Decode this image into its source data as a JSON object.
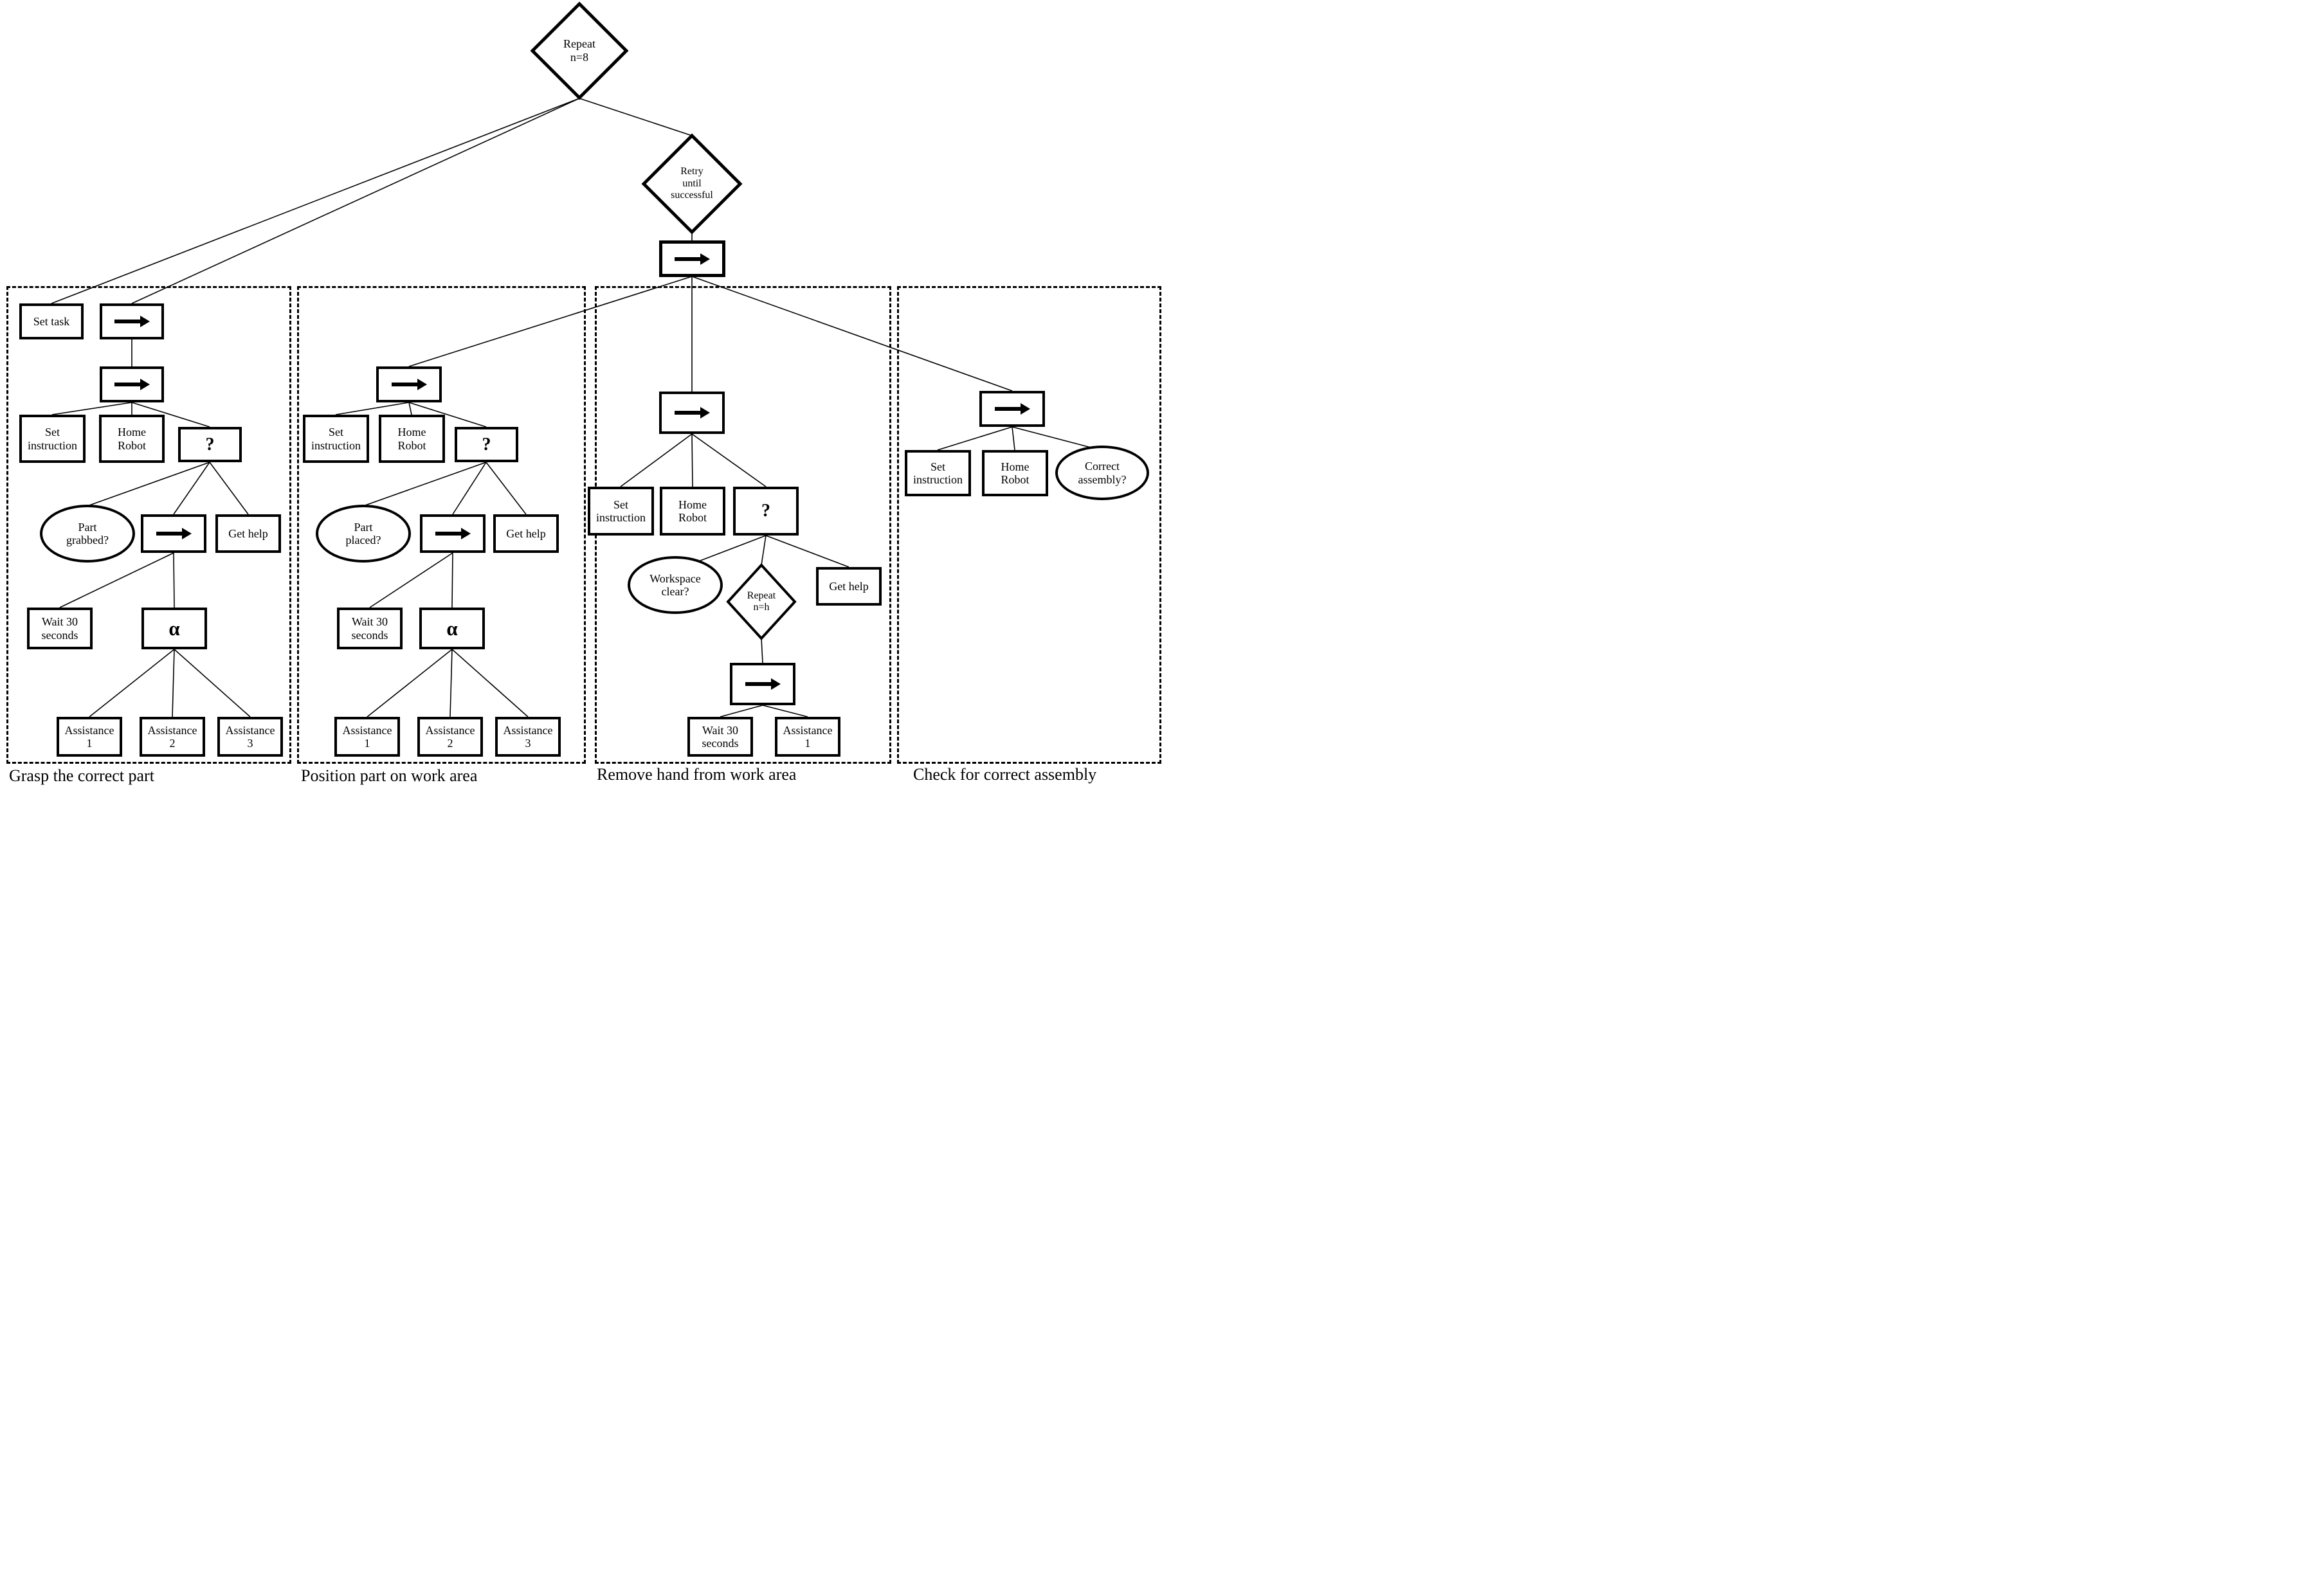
{
  "colors": {
    "ink": "#000000",
    "background": "#ffffff"
  },
  "diagram": {
    "root": {
      "repeat": [
        "Repeat",
        "n=8"
      ],
      "retry": [
        "Retry",
        "until",
        "successful"
      ]
    },
    "panels": [
      {
        "caption": "Grasp the correct part",
        "set_task": "Set task",
        "set_instruction": [
          "Set",
          "instruction"
        ],
        "home_robot": [
          "Home",
          "Robot"
        ],
        "fallback": "?",
        "condition": [
          "Part",
          "grabbed?"
        ],
        "get_help": "Get help",
        "wait": [
          "Wait 30",
          "seconds"
        ],
        "alpha": "α",
        "assistance": [
          [
            "Assistance",
            "1"
          ],
          [
            "Assistance",
            "2"
          ],
          [
            "Assistance",
            "3"
          ]
        ]
      },
      {
        "caption": "Position part on work area",
        "set_instruction": [
          "Set",
          "instruction"
        ],
        "home_robot": [
          "Home",
          "Robot"
        ],
        "fallback": "?",
        "condition": [
          "Part",
          "placed?"
        ],
        "get_help": "Get help",
        "wait": [
          "Wait 30",
          "seconds"
        ],
        "alpha": "α",
        "assistance": [
          [
            "Assistance",
            "1"
          ],
          [
            "Assistance",
            "2"
          ],
          [
            "Assistance",
            "3"
          ]
        ]
      },
      {
        "caption": "Remove hand from work area",
        "set_instruction": [
          "Set",
          "instruction"
        ],
        "home_robot": [
          "Home",
          "Robot"
        ],
        "fallback": "?",
        "condition": [
          "Workspace",
          "clear?"
        ],
        "repeat": [
          "Repeat",
          "n=h"
        ],
        "get_help": "Get help",
        "wait": [
          "Wait 30",
          "seconds"
        ],
        "assistance": [
          [
            "Assistance",
            "1"
          ]
        ]
      },
      {
        "caption": "Check for correct assembly",
        "set_instruction": [
          "Set",
          "instruction"
        ],
        "home_robot": [
          "Home",
          "Robot"
        ],
        "condition": [
          "Correct",
          "assembly?"
        ]
      }
    ]
  }
}
